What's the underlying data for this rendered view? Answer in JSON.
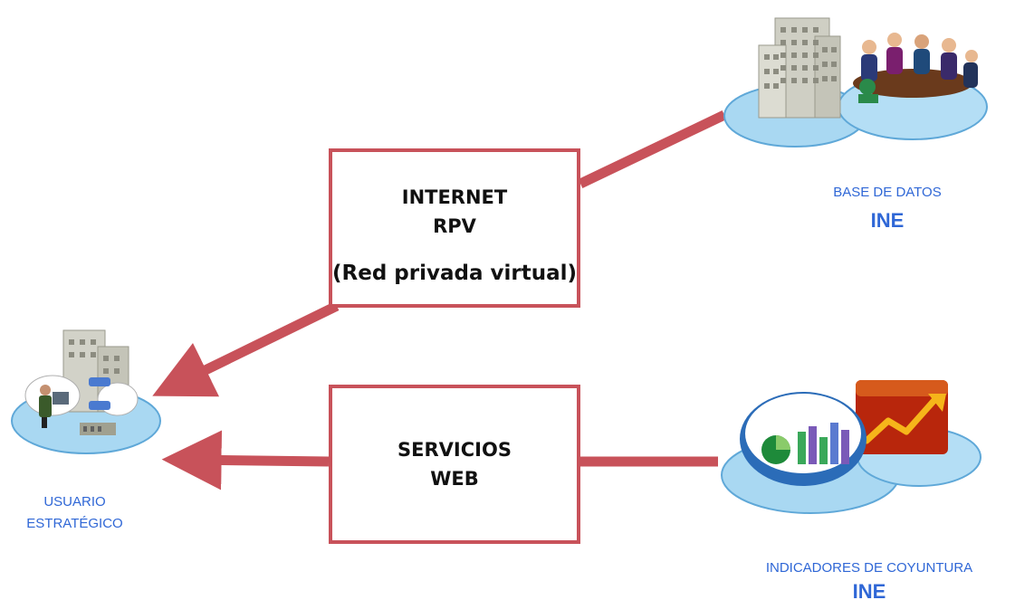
{
  "diagram": {
    "internet_box": {
      "line1": "INTERNET",
      "line2": "RPV",
      "line3": "(Red privada virtual)"
    },
    "web_box": {
      "line1": "SERVICIOS",
      "line2": "WEB"
    },
    "base_datos": {
      "line1": "BASE DE DATOS",
      "line2": "INE"
    },
    "usuario": {
      "line1": "USUARIO",
      "line2": "ESTRATÉGICO"
    },
    "indicadores": {
      "line1": "INDICADORES DE COYUNTURA",
      "line2": "INE"
    },
    "colors": {
      "connector": "#c8525a",
      "label": "#2f67d6",
      "platform": "#a9d8f2"
    },
    "icons": [
      "office-building-icon",
      "meeting-people-icon",
      "user-workstation-icon",
      "pie-chart-icon",
      "bar-chart-icon",
      "trend-chart-icon"
    ]
  }
}
